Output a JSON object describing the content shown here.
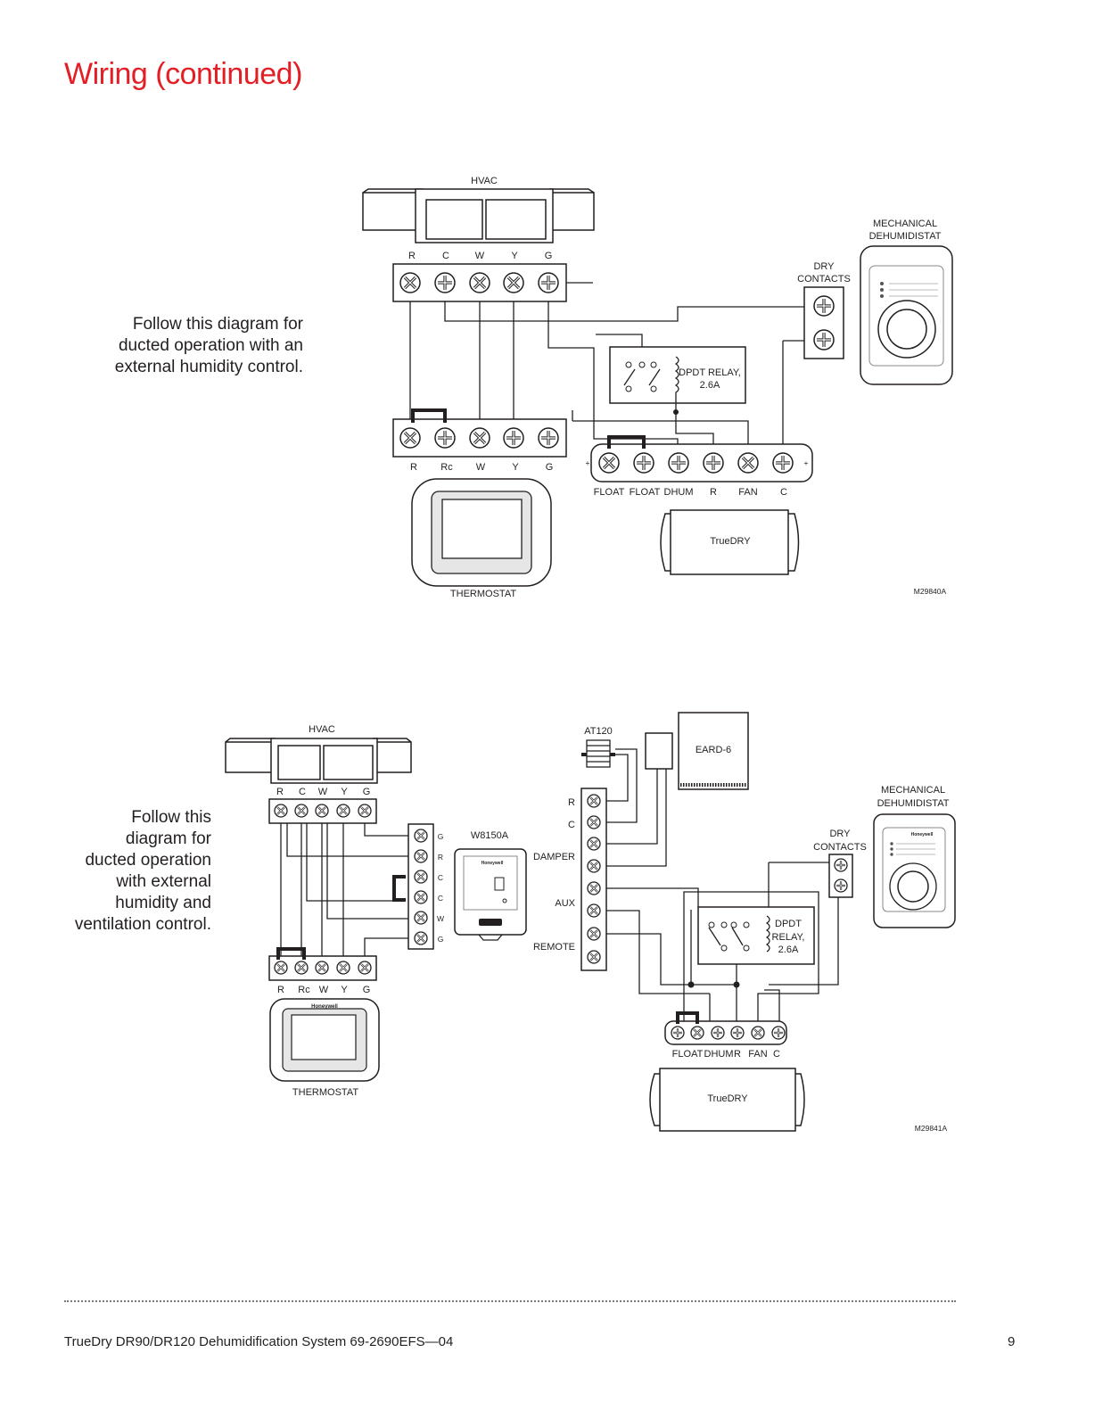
{
  "header": {
    "title": "Wiring (continued)"
  },
  "diagram1": {
    "caption": [
      "Follow this diagram for",
      "ducted operation with an",
      "external humidity control."
    ],
    "hvac_label": "HVAC",
    "hvac_terminals": [
      "R",
      "C",
      "W",
      "Y",
      "G"
    ],
    "thermostat_terminals": [
      "R",
      "Rc",
      "W",
      "Y",
      "G"
    ],
    "thermostat_label": "THERMOSTAT",
    "mech_label_1": "MECHANICAL",
    "mech_label_2": "DEHUMIDISTAT",
    "dry_1": "DRY",
    "dry_2": "CONTACTS",
    "relay_1": "DPDT RELAY,",
    "relay_2": "2.6A",
    "truedry_terminals": [
      "FLOAT",
      "FLOAT",
      "DHUM",
      "R",
      "FAN",
      "C"
    ],
    "truedry_label": "TrueDRY",
    "figure_id": "M29840A"
  },
  "diagram2": {
    "caption": [
      "Follow this",
      "diagram for",
      "ducted operation",
      "with external",
      "humidity and",
      "ventilation control."
    ],
    "hvac_label": "HVAC",
    "hvac_terminals": [
      "R",
      "C",
      "W",
      "Y",
      "G"
    ],
    "thermostat_terminals": [
      "R",
      "Rc",
      "W",
      "Y",
      "G"
    ],
    "thermostat_label": "THERMOSTAT",
    "thermostat_brand": "Honeywell",
    "w8150_label": "W8150A",
    "w8150_terminals": [
      "G",
      "R",
      "C",
      "C",
      "W",
      "G"
    ],
    "w8150_brand": "Honeywell",
    "at120_label": "AT120",
    "eard_label": "EARD-6",
    "zone_labels": [
      "R",
      "C",
      "DAMPER",
      "AUX",
      "REMOTE"
    ],
    "mech_label_1": "MECHANICAL",
    "mech_label_2": "DEHUMIDISTAT",
    "mech_brand": "Honeywell",
    "dry_1": "DRY",
    "dry_2": "CONTACTS",
    "relay_1": "DPDT",
    "relay_2": "RELAY,",
    "relay_3": "2.6A",
    "truedry_terminals": [
      "FLOAT",
      "DHUM",
      "R",
      "FAN",
      "C"
    ],
    "truedry_label": "TrueDRY",
    "figure_id": "M29841A"
  },
  "footer": {
    "doc": "TrueDry DR90/DR120 Dehumidification System   69-2690EFS—04",
    "page": "9"
  }
}
